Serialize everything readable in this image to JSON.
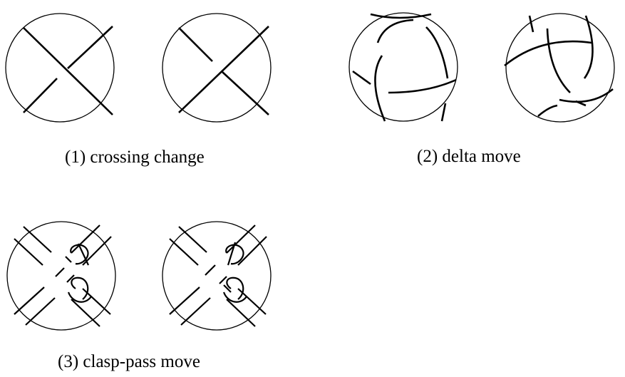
{
  "captions": {
    "crossing_change": "(1) crossing change",
    "delta_move": "(2) delta move",
    "clasp_pass_move": "(3) clasp-pass move"
  },
  "colors": {
    "ink": "#000000",
    "background": "#ffffff"
  }
}
